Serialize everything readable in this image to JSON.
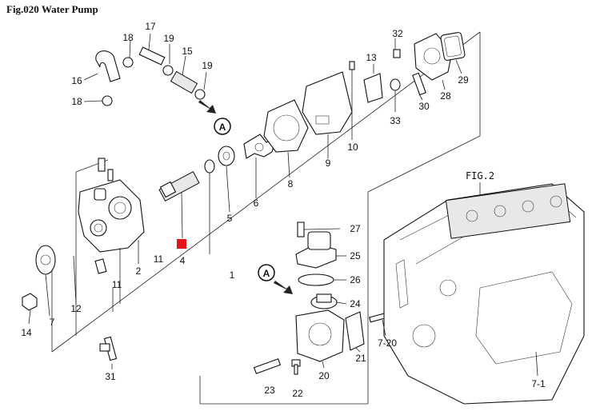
{
  "title": "Fig.020 Water Pump",
  "fig_ref": "FIG.2",
  "view_marker": "A",
  "highlight_color": "#e8141c",
  "callouts": {
    "c1": "1",
    "c2": "2",
    "c4": "4",
    "c5": "5",
    "c6": "6",
    "c7": "7",
    "c7_1": "7-1",
    "c7_20": "7-20",
    "c8": "8",
    "c9": "9",
    "c10": "10",
    "c11a": "11",
    "c11b": "11",
    "c12": "12",
    "c13": "13",
    "c14": "14",
    "c15": "15",
    "c16": "16",
    "c17": "17",
    "c18a": "18",
    "c18b": "18",
    "c19a": "19",
    "c19b": "19",
    "c20": "20",
    "c21": "21",
    "c22": "22",
    "c23": "23",
    "c24": "24",
    "c25": "25",
    "c26": "26",
    "c27": "27",
    "c28": "28",
    "c29": "29",
    "c30": "30",
    "c31": "31",
    "c32": "32",
    "c33": "33"
  }
}
